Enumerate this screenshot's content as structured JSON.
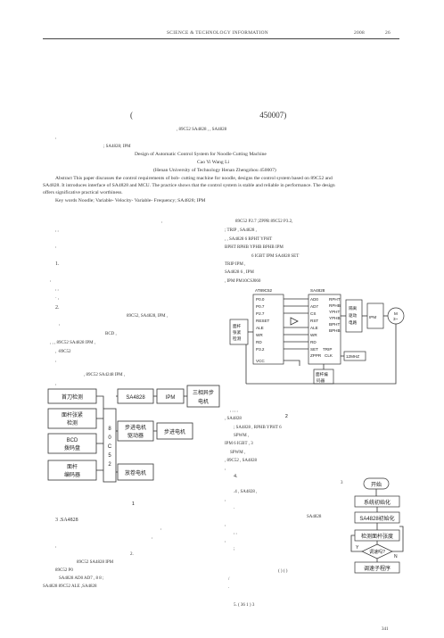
{
  "header": {
    "journal": "SCIENCE & TECHNOLOGY INFORMATION",
    "year": "2008",
    "issue": "26"
  },
  "title_block": {
    "affiliation": "( 450007)",
    "abstract_cn_frag": ",   89C52   SA4828   ,                      ,                    SA4828",
    "abstract_cn_frag2": ",",
    "keywords_cn": ";   SA4828; IPM",
    "title_en": "Design of Automatic Control System for Noodle Cutting Machine",
    "authors_en": "Cao Yi   Wang Li",
    "affiliation_en": "(Henan University of Technology  Henan  Zhengzhou   450007)",
    "abstract_en_1": "Abstract  This paper discusses the control requirements of bob- cutting machine for noodle, designs the control system based on 89C52 and",
    "abstract_en_2": "SA4828. It introduces interface of SA4828 and MCU. The practice shows that the control system is stable and reliable in performance. The design",
    "abstract_en_3": "offers significative practical worthiness.",
    "keywords_en": "Key words  Noodle; Variable- Velocity- Variable- Frequency; SA4828; IPM"
  },
  "left_col": {
    "l1": ",",
    "l2": ",                    ,",
    "l3": ",",
    "sec1": "1.",
    "l4": ",",
    "l5": ",                              ,",
    "l6": "·                                                    ,",
    "sec2": "2.",
    "l7": "89C52, SA4828, IPM  ,",
    "l8": ",",
    "l9": "BCD    ,",
    "l10": ",   ,            ,   89C52          SA4828        IPM        ,",
    "l11": ",                               ·89C52",
    "l12": ",",
    "l13": ",  89C52        SA4248       IPM   ,",
    "l14": ","
  },
  "fig1": {
    "cutter_detect": "首刀检测",
    "tension_detect_1": "面杆张紧",
    "tension_detect_2": "检测",
    "bcd_1": "BCD",
    "bcd_2": "拨码盘",
    "encoder_1": "面杆",
    "encoder_2": "编码器",
    "mcu_1": "8",
    "mcu_2": "0",
    "mcu_3": "C",
    "mcu_4": "5",
    "mcu_5": "2",
    "sa4828": "SA4828",
    "ipm": "IPM",
    "motor_1": "三相异步",
    "motor_2": "电机",
    "stepper_driver_1": "步进电机",
    "stepper_driver_2": "驱动器",
    "stepper_motor": "步进电机",
    "servo_motor": "放卷电机",
    "caption_no": "1"
  },
  "left_bottom": {
    "sec3": "3  .SA4828",
    "l1": ",",
    "l2": ",",
    "l3": ",",
    "fig2_no": "2.",
    "l4": "89C52 SA4828                      IPM",
    "l5": "89C52    P0",
    "l6": "SA4828        AD0  AD7      ,       8              8      ;",
    "l7": "SA4828                89C52       ALE            ,SA4828"
  },
  "right_col": {
    "r1": "89C52     P2.7       ;ZPPR            89C52    P3.2,",
    "r2": "; TRIP                                 ,   SA4828           ,",
    "r3": ",                                ,  SA4828     6               RPHT  YPHT",
    "r4": "BPHT  RPHB   YPHB   BPHB                                        IPM",
    "r5": "6       IGBT    IPM                      SA4828       SET",
    "r6": "TRIP        IPM                                    ,",
    "r7": "SA4828    6           ,    IPM",
    "r8": ",                      IPM                        PM10CSJ060"
  },
  "fig2": {
    "mcu_label": "AT89C52",
    "sa_label": "SA4828",
    "p00": "P0.0",
    "p07": "P0.7",
    "p27": "P2.7",
    "reset": "RESET",
    "ale": "ALE",
    "wr": "WR",
    "rd": "RD",
    "p32": "P3.2",
    "vcc": "VCC",
    "ad0": "AD0",
    "ad7": "AD7",
    "cs": "CS",
    "rst": "RST",
    "ale2": "ALE",
    "wr2": "WR",
    "rd2": "RD",
    "set": "SET",
    "trip": "TRIP",
    "zppr": "ZPPR",
    "clk": "CLK",
    "rpht": "RPHT",
    "rphb": "RPHB",
    "ypht": "YPHT",
    "yphb": "YPHB",
    "bpht": "BPHT",
    "bphb": "BPHB",
    "driver_1": "隔离",
    "driver_2": "驱动",
    "driver_3": "电路",
    "ipm": "IPM",
    "motor": "M",
    "motor_sub": "3~",
    "osc": "12MHZ",
    "left_box_1": "面杆",
    "left_box_2": "张紧",
    "left_box_3": "检测",
    "encoder_1": "面杆编",
    "encoder_2": "码器",
    "caption_no": "2"
  },
  "right_bottom": {
    "r1": ",                ,                 ,                    ,",
    "r2": ",                                                          SA4828",
    "r3": ";      SA4828  ,       RPHB YPHT    6",
    "r4": "SPWM          ,",
    "r5": "IPM     6    IGBT          ,               3",
    "r6": "SPWM          ,",
    "r7": ",   89C52                           ,    SA4828",
    "r8": ",",
    "r9": "4.",
    "r10": "3",
    "r11": ".4     ,              SA4828     ,",
    "r12": ",",
    "r13": ".",
    "r14": "SA4828",
    "r15": ",",
    "r16": ",    ,",
    "r17": ",",
    "r18": ";",
    "r19": "(      )           (      )",
    "r20": "/",
    "r21": ".",
    "r22": "5.                        (        36 1  )     3",
    "page_no": "341"
  },
  "flowchart": {
    "start": "开始",
    "sys_init": "系统初始化",
    "sa_init": "SA4828初始化",
    "detect": "检测面杆张度",
    "decide": "调速吗?",
    "yes": "Y",
    "no": "N",
    "sub": "调速子程序"
  }
}
